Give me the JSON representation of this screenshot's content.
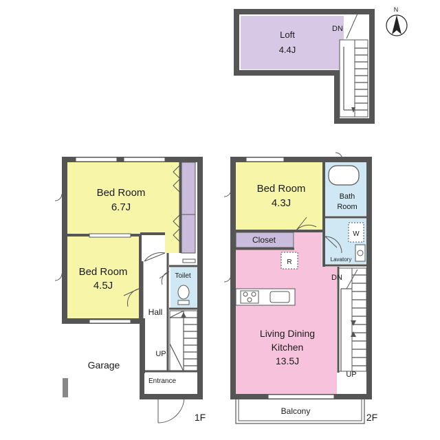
{
  "colors": {
    "bedroom": "#f6f5a8",
    "loft": "#d7c9e5",
    "ldk": "#f7c3dc",
    "wet": "#cfe8f4",
    "closet": "#c9bcdc",
    "wall": "#555555",
    "floor": "#ffffff"
  },
  "rooms": {
    "loft": {
      "name": "Loft",
      "size": "4.4J"
    },
    "bed1": {
      "name": "Bed Room",
      "size": "6.7J"
    },
    "bed2": {
      "name": "Bed Room",
      "size": "4.5J"
    },
    "bed3": {
      "name": "Bed Room",
      "size": "4.3J"
    },
    "ldk": {
      "name1": "Living Dining",
      "name2": "Kitchen",
      "size": "13.5J"
    },
    "bath": {
      "name1": "Bath",
      "name2": "Room"
    },
    "closet": "Closet",
    "toilet": "Toilet",
    "hall": "Hall",
    "entrance": "Entrance",
    "garage": "Garage",
    "balcony": "Balcony",
    "lavatory": "Lavatory",
    "washer": "W",
    "fridge": "R"
  },
  "stairs": {
    "loft_dn": "DN",
    "f1_up": "UP",
    "f2_dn": "DN",
    "f2_up": "UP"
  },
  "floors": {
    "first": "1F",
    "second": "2F"
  },
  "compass": "N"
}
